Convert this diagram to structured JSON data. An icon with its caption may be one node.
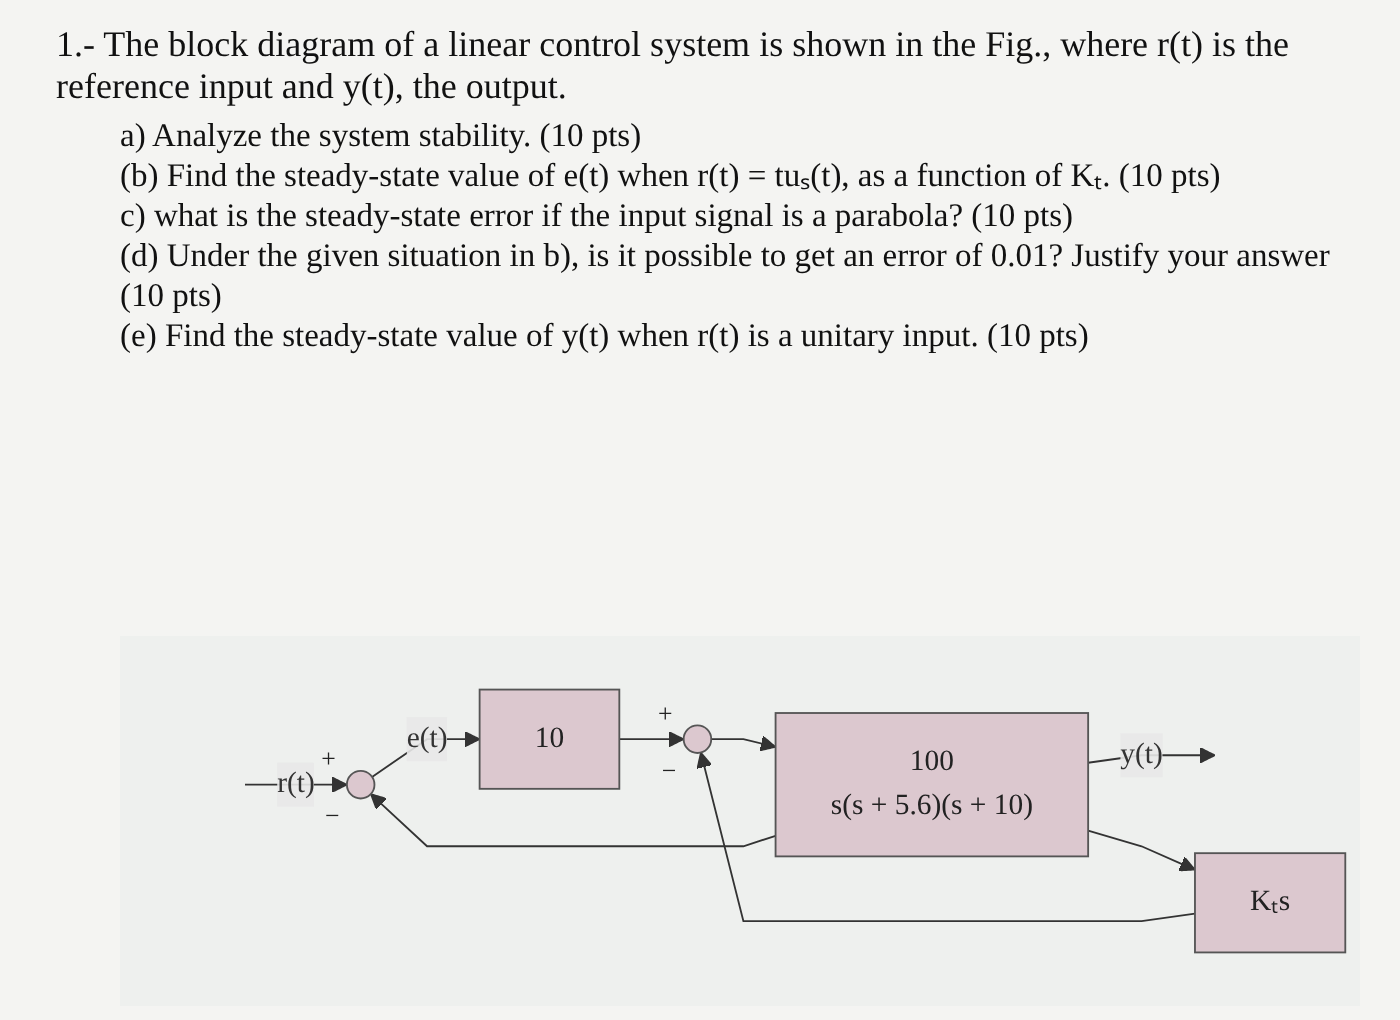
{
  "diagram": {
    "title": "1.- The block diagram of a linear control system is shown in the Fig., where r(t) is the reference input and y(t), the output.",
    "nodes": [
      {
        "text": [],
        "shape": "circle",
        "beside": [
          "+",
          "−"
        ]
      },
      {
        "text": [
          "10"
        ]
      },
      {
        "text": [],
        "shape": "circle",
        "beside": [
          "+",
          "−"
        ]
      },
      {
        "text": [
          "100",
          "s(s + 5.6)(s + 10)"
        ]
      },
      {
        "text": [
          "Kₜs"
        ]
      }
    ],
    "edges": [
      {
        "from": null,
        "to": 0,
        "arrow": "to",
        "label": "r(t)"
      },
      {
        "from": 0,
        "to": 1,
        "arrow": "to",
        "label": "e(t)"
      },
      {
        "from": 1,
        "to": 2,
        "arrow": "to"
      },
      {
        "from": 2,
        "to": 3,
        "arrow": "to"
      },
      {
        "from": 3,
        "to": null,
        "arrow": "to",
        "label": "y(t)"
      },
      {
        "from": 3,
        "to": 4,
        "arrow": "to"
      },
      {
        "from": 4,
        "to": 2,
        "arrow": "to"
      },
      {
        "from": 3,
        "to": 0,
        "arrow": "to"
      }
    ],
    "labels": [
      "a) Analyze the system stability. (10 pts)",
      "(b) Find the steady-state value of e(t) when r(t) = tuₛ(t), as a function of Kₜ. (10 pts)",
      "c) what is the steady-state error if the input signal is a parabola? (10 pts)",
      "(d) Under the given situation in b), is it possible to get an error of 0.01? Justify your answer (10 pts)",
      "(e) Find the steady-state value of  y(t) when r(t) is a unitary input. (10 pts)"
    ]
  }
}
